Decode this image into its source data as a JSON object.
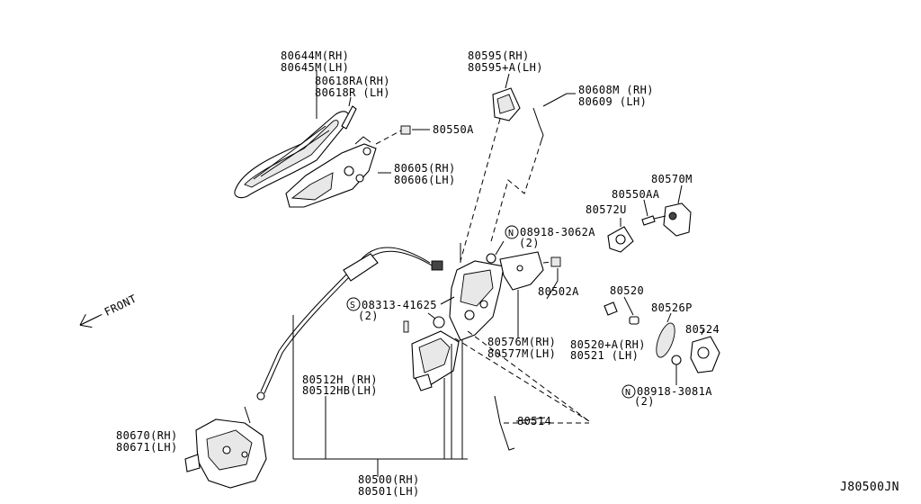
{
  "diagram_code": "J80500JN",
  "front_label": "FRONT",
  "labels": {
    "handle_cover": [
      "80644M(RH)",
      "80645M(LH)"
    ],
    "handle_escutcheon": [
      "80618RA(RH)",
      "80618R (LH)"
    ],
    "screw_top": "80550A",
    "handle_bracket": [
      "80605(RH)",
      "80606(LH)"
    ],
    "cap": [
      "80595(RH)",
      "80595+A(LH)"
    ],
    "rod": [
      "80608M (RH)",
      "80609 (LH)"
    ],
    "striker": "80570M",
    "striker_screw": "80550AA",
    "striker_shim": "80572U",
    "nut_a": [
      "08918-3062A",
      "(2)"
    ],
    "nut_b": "80502A",
    "screw_c": [
      "08313-41625",
      "(2)"
    ],
    "actuator": [
      "80512H (RH)",
      "80512HB(LH)"
    ],
    "lock_plate": [
      "80576M(RH)",
      "80577M(LH)"
    ],
    "switch_top": "80520",
    "switch_pair": [
      "80520+A(RH)",
      "80521 (LH)"
    ],
    "grommet": "80526P",
    "cylinder": "80524",
    "nut_c": [
      "08918-3081A",
      "(2)"
    ],
    "rod_bottom": "80514",
    "lock_motor": [
      "80670(RH)",
      "80671(LH)"
    ],
    "lock_assembly": [
      "80500(RH)",
      "80501(LH)"
    ]
  },
  "circle_marks": {
    "n_mark": "N",
    "s_mark": "S"
  }
}
